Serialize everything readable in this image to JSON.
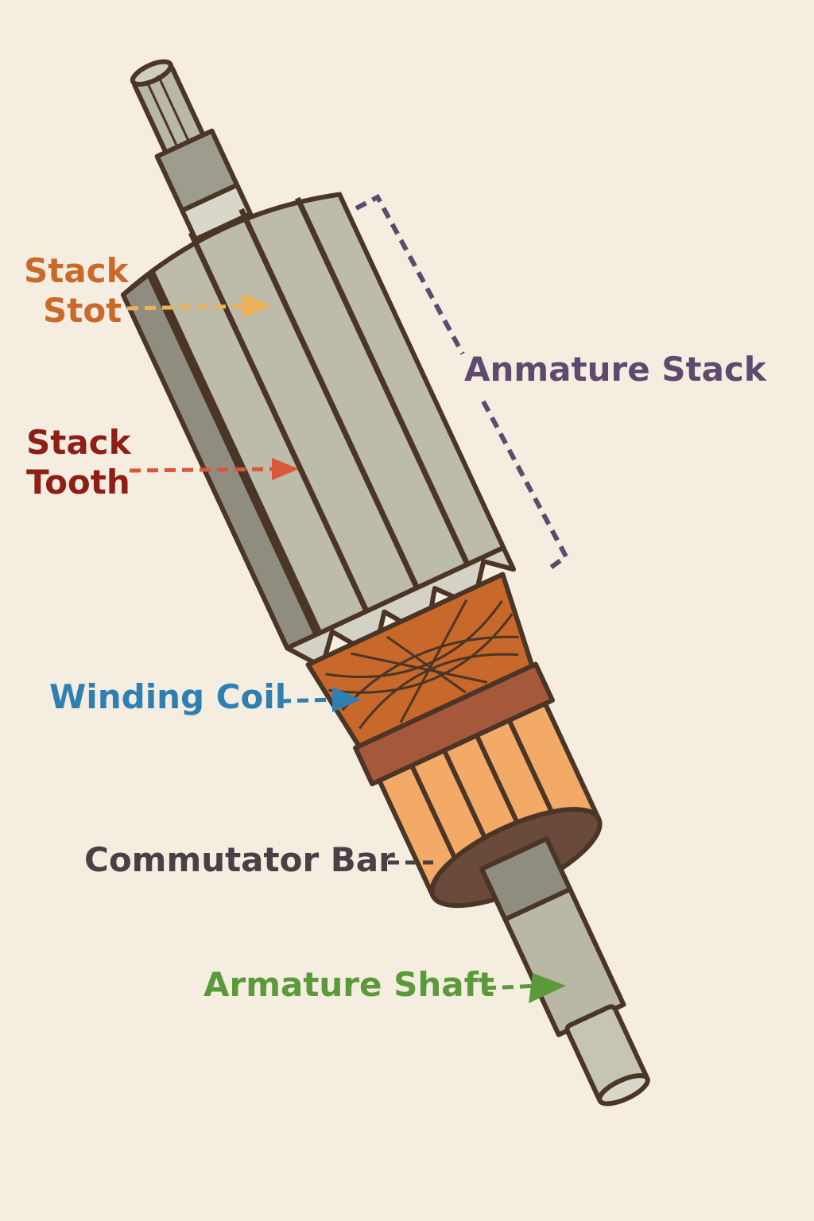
{
  "labels": {
    "stack_slot": {
      "line1": "Stack",
      "line2": "Stot",
      "color": "#c9692a",
      "arrow_color": "#eeb35a"
    },
    "stack_tooth": {
      "line1": "Stack",
      "line2": "Tooth",
      "color": "#8e1f16",
      "arrow_color": "#d9573a"
    },
    "armature_stack": {
      "text": "Anmature Stack",
      "color": "#5e4a6e"
    },
    "winding_coil": {
      "text": "Winding Coil",
      "color": "#2f7fb3"
    },
    "commutator_bar": {
      "text": "Commutator Bar",
      "color": "#4a3f45"
    },
    "armature_shaft": {
      "text": "Armature Shaft",
      "color": "#5a9a3a"
    }
  },
  "colors": {
    "background": "#f5eee0",
    "outline": "#4a3526",
    "steel": "#b9b7a6",
    "copper": "#c8682a",
    "commutator": "#f2aa66"
  }
}
